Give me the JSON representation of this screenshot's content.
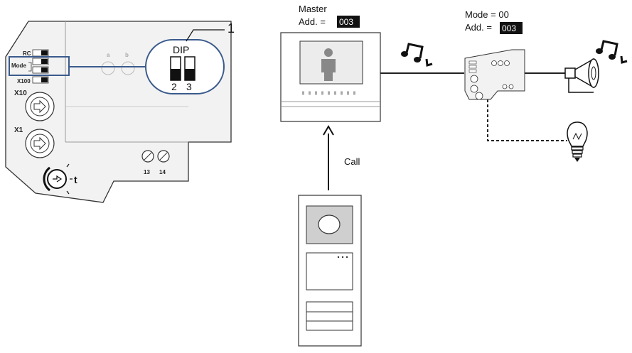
{
  "callout": {
    "number": "1"
  },
  "module": {
    "dip_title": "DIP",
    "dip_left": "2",
    "dip_right": "3",
    "labels": {
      "rc": "RC",
      "mode": "Mode",
      "x100": "X100",
      "x10": "X10",
      "x1": "X1",
      "t": "t"
    },
    "terminals": {
      "a": "a",
      "b": "b",
      "t13": "13",
      "t14": "14"
    }
  },
  "monitor": {
    "line1": "Master",
    "add_label": "Add. =",
    "add_value": "003"
  },
  "actuator": {
    "mode_line": "Mode = 00",
    "add_label": "Add. =",
    "add_value": "003"
  },
  "call_label": "Call",
  "icons": [
    "music-note-icon",
    "siren-horn-icon",
    "light-bulb-icon",
    "push-button-icon",
    "person-icon"
  ],
  "colors": {
    "highlight": "#3a5a8c",
    "line": "#222222",
    "panel_fill": "#f2f2f2",
    "value_box": "#111111"
  }
}
